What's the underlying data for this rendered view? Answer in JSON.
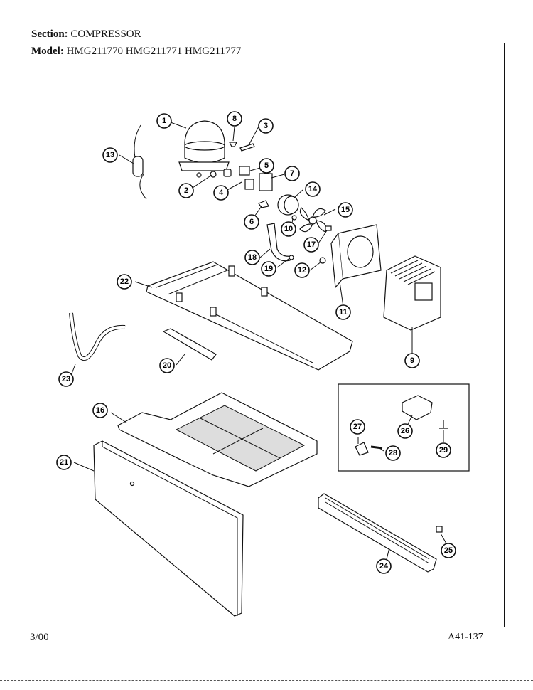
{
  "header": {
    "section_label": "Section:",
    "section_value": "COMPRESSOR",
    "model_label": "Model:",
    "model_value": "HMG211770 HMG211771 HMG211777"
  },
  "footer": {
    "date": "3/00",
    "page_code": "A41-137"
  },
  "callouts": [
    "1",
    "2",
    "3",
    "4",
    "5",
    "6",
    "7",
    "8",
    "9",
    "10",
    "11",
    "12",
    "13",
    "14",
    "15",
    "16",
    "17",
    "18",
    "19",
    "20",
    "21",
    "22",
    "23",
    "24",
    "25",
    "26",
    "27",
    "28",
    "29"
  ]
}
